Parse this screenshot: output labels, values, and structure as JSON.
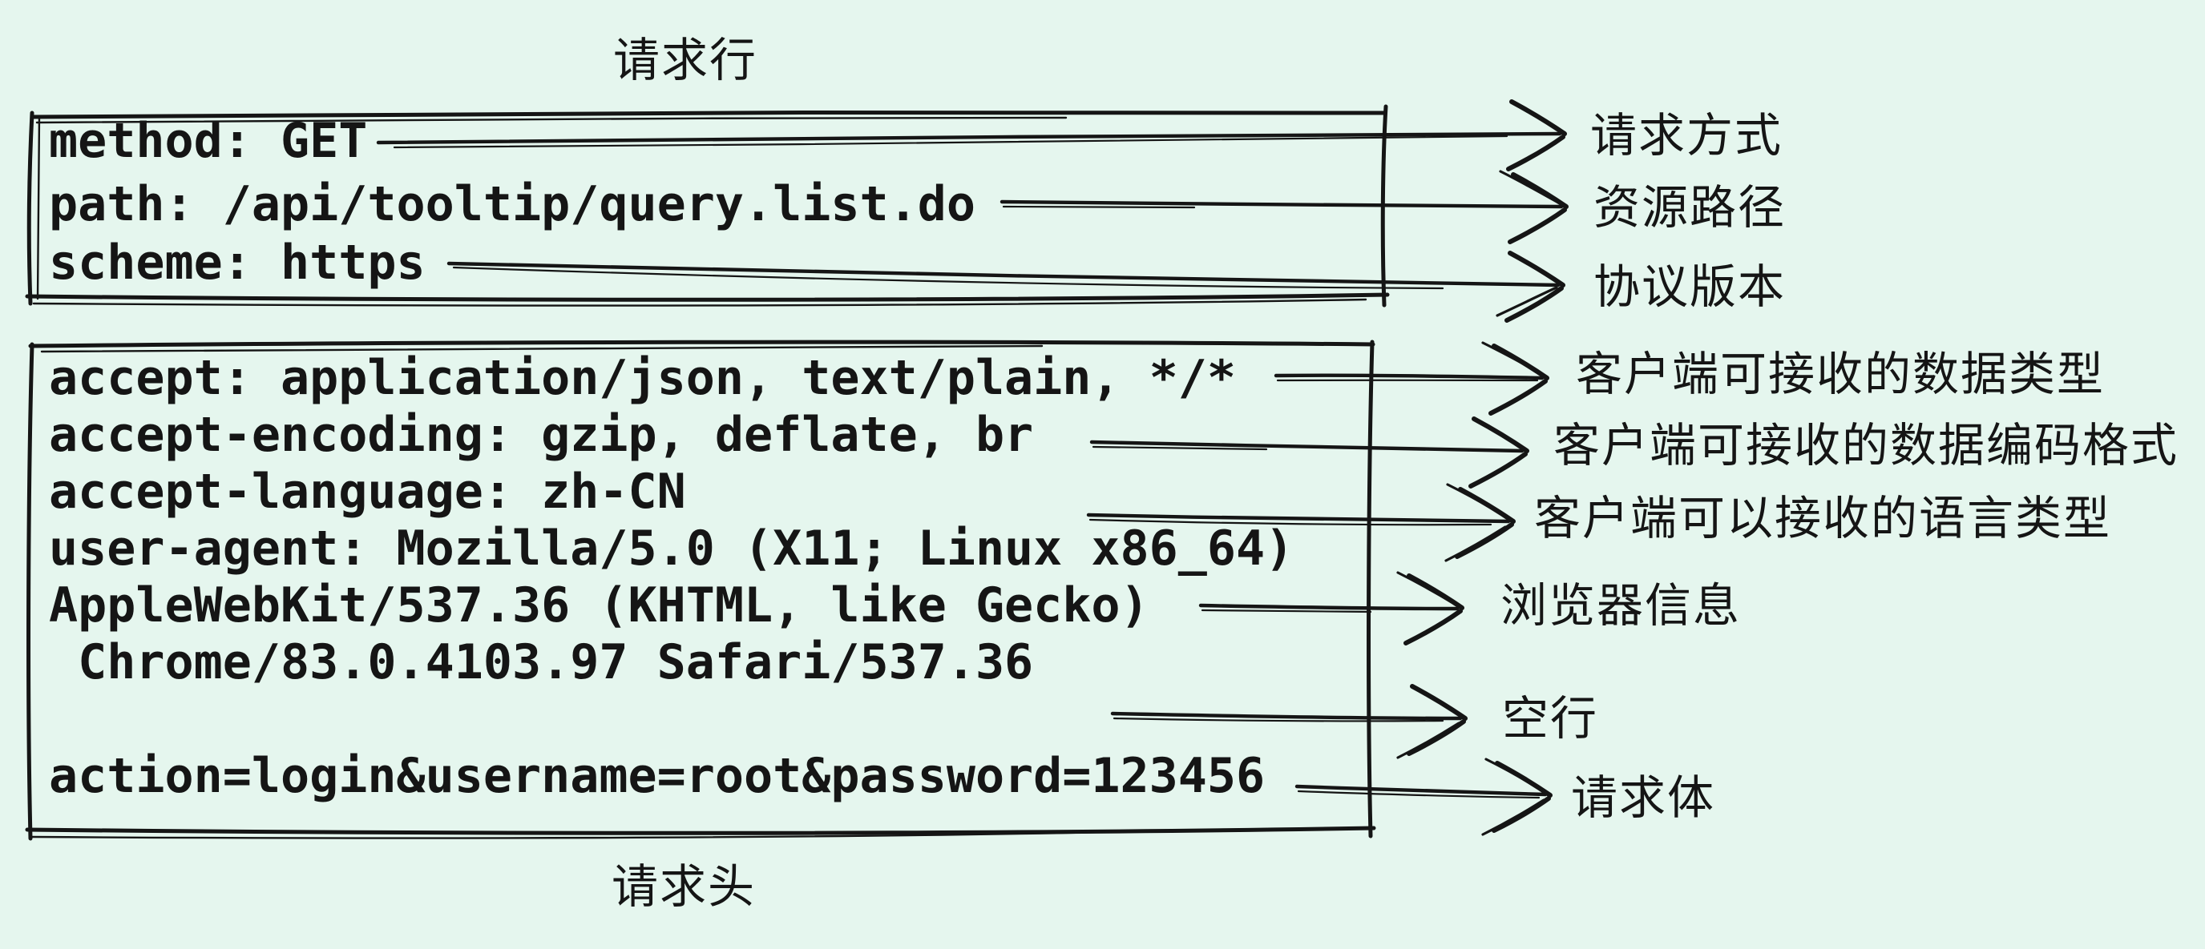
{
  "colors": {
    "background": "#e5f6ee",
    "ink": "#151515"
  },
  "request_line": {
    "title": "请求行",
    "lines": [
      "method: GET",
      "path: /api/tooltip/query.list.do",
      "scheme: https"
    ]
  },
  "request_headers": {
    "title": "请求头",
    "lines": [
      "accept: application/json, text/plain, */*",
      "accept-encoding: gzip, deflate, br",
      "accept-language: zh-CN",
      "user-agent: Mozilla/5.0 (X11; Linux x86_64)",
      "AppleWebKit/537.36 (KHTML, like Gecko)",
      " Chrome/83.0.4103.97 Safari/537.36",
      "",
      "action=login&username=root&password=123456"
    ]
  },
  "annotations": [
    {
      "label": "请求方式",
      "points_to": "method"
    },
    {
      "label": "资源路径",
      "points_to": "path"
    },
    {
      "label": "协议版本",
      "points_to": "scheme"
    },
    {
      "label": "客户端可接收的数据类型",
      "points_to": "accept"
    },
    {
      "label": "客户端可接收的数据编码格式",
      "points_to": "accept-encoding"
    },
    {
      "label": "客户端可以接收的语言类型",
      "points_to": "accept-language"
    },
    {
      "label": "浏览器信息",
      "points_to": "user-agent"
    },
    {
      "label": "空行",
      "points_to": "blank-line"
    },
    {
      "label": "请求体",
      "points_to": "request-body"
    }
  ]
}
